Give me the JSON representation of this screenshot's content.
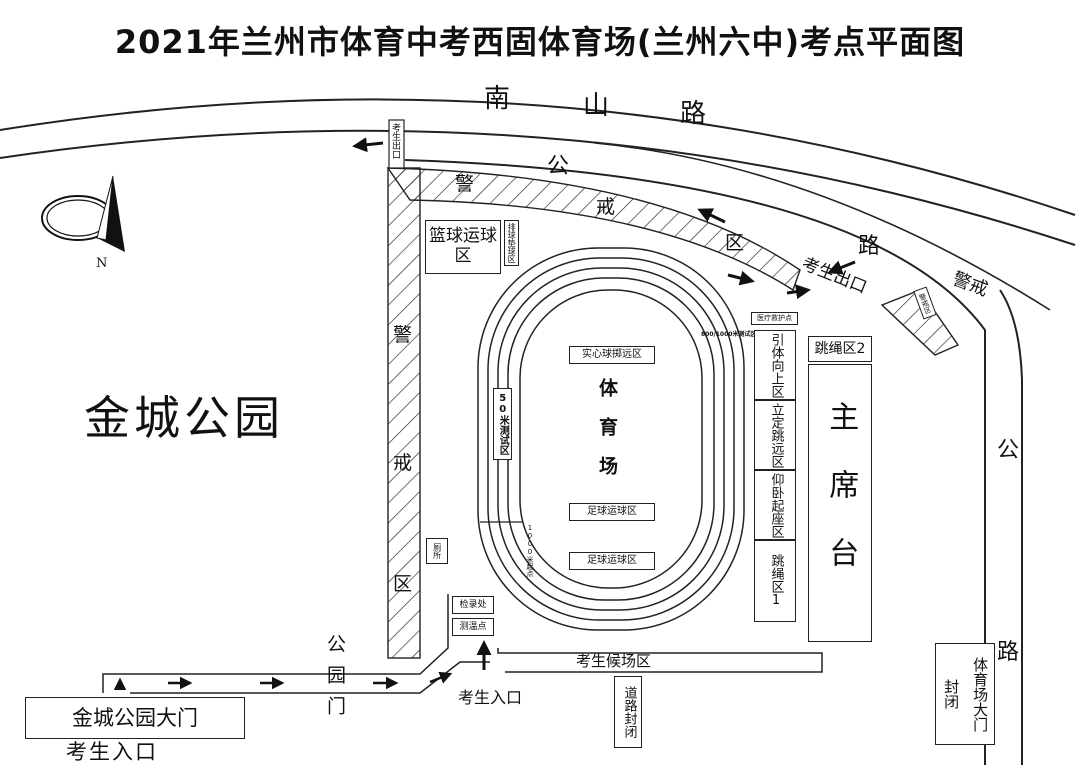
{
  "title": "2021年兰州市体育中考西固体育场(兰州六中)考点平面图",
  "roads": {
    "nanshan_road": [
      "南",
      "山",
      "路"
    ],
    "gong_road_top": [
      "公",
      "路"
    ],
    "gong_road_right": [
      "公",
      "路"
    ]
  },
  "compass": {
    "north": "N"
  },
  "park": {
    "name": "金城公园",
    "gate": "金城公园大门",
    "gate_entrance": "考生入口",
    "park_gate": "公园门"
  },
  "zones": {
    "exam_exit_top": "考生出口",
    "police_top": "警戒区",
    "police_right": "警戒",
    "police_left": "警戒区",
    "exam_exit_road": "考生出口",
    "basketball": "篮球运球区",
    "volleyball": "排球垫球区",
    "medicine_ball": "实心球掷远区",
    "stadium": "体育场",
    "sprint50": "50米测试区",
    "run_800_1000": "800/1000米测试区",
    "start_1000": "1000米起点",
    "football1": "足球运球区",
    "football2": "足球运球区",
    "toilet": "厕所",
    "checkin": "检录处",
    "temperature": "测温点",
    "waiting": "考生候场区",
    "entrance": "考生入口",
    "road_closed": "道路封闭",
    "medical": "医疗救护点",
    "pullup": "引体向上区",
    "long_jump": "立定跳远区",
    "situp": "仰卧起座区",
    "rope1": "跳绳区1",
    "rope2": "跳绳区2",
    "grandstand": "主席台",
    "closed_left": "封闭",
    "stadium_gate": "体育场大门",
    "small_box": "警戒区"
  }
}
